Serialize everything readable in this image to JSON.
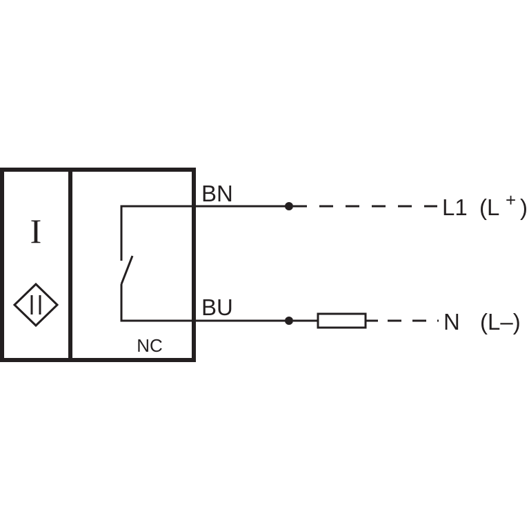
{
  "sensor": {
    "function_symbol": "I",
    "output_type": "NC",
    "sensing_icon": "inductive-sensor-icon"
  },
  "wires": {
    "brown_label": "BN",
    "blue_label": "BU"
  },
  "terminals": {
    "positive": {
      "main": "L1",
      "paren_open": "(L",
      "sign": "+",
      "paren_close": ")"
    },
    "negative": {
      "main": "N",
      "paren": "(L–)"
    }
  },
  "load_icon": "resistor-load-icon",
  "colors": {
    "line": "#231f20",
    "background": "#ffffff"
  }
}
